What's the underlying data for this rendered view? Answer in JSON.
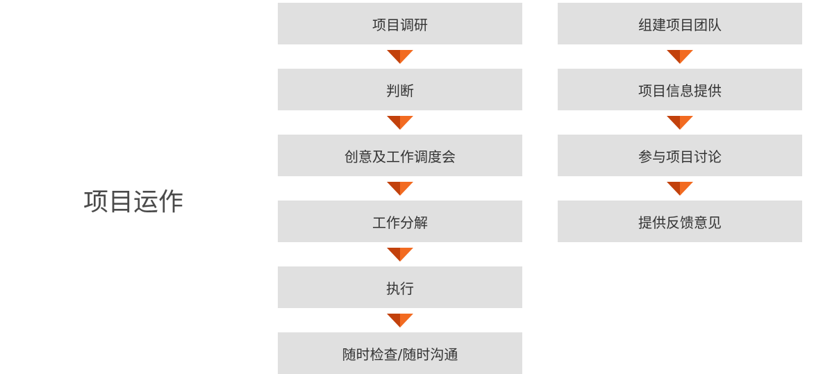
{
  "title": "项目运作",
  "left_column": [
    "项目调研",
    "判断",
    "创意及工作调度会",
    "工作分解",
    "执行",
    "随时检查/随时沟通"
  ],
  "right_column": [
    "组建项目团队",
    "项目信息提供",
    "参与项目讨论",
    "提供反馈意见"
  ],
  "colors": {
    "box": "#e0e0e0",
    "arrow_light": "#f26b21",
    "arrow_dark": "#c2410c",
    "text": "#333333"
  }
}
